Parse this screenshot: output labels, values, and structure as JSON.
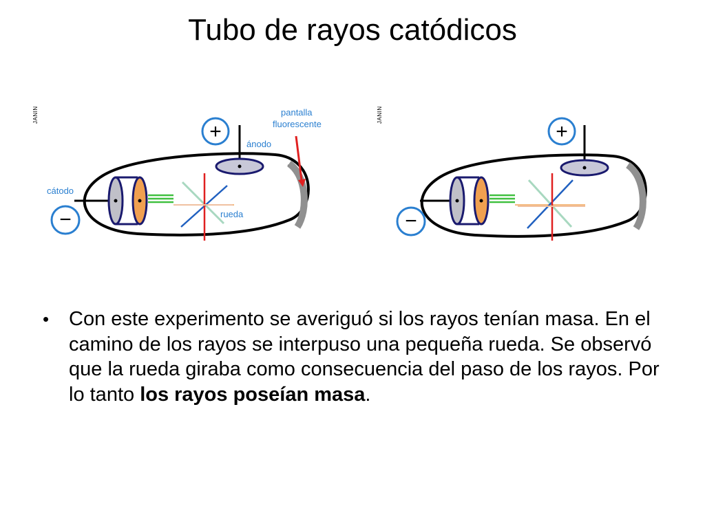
{
  "slide": {
    "title": "Tubo de rayos catódicos"
  },
  "diagram_left": {
    "watermark": "JANIN",
    "label_cathode": "cátodo",
    "label_anode": "ánodo",
    "label_screen_line1": "pantalla",
    "label_screen_line2": "fluorescente",
    "label_wheel": "rueda",
    "plus_sign": "+",
    "minus_sign": "−"
  },
  "diagram_right": {
    "watermark": "JANIN",
    "plus_sign": "+",
    "minus_sign": "−"
  },
  "colors": {
    "label_blue": "#2a7fd0",
    "cathode_orange": "#f0a050",
    "cathode_gray": "#c0c0c8",
    "beam_green": "#40c040",
    "screen_gray": "#909090",
    "arrow_red": "#e02020",
    "outline_navy": "#1a1a6e"
  },
  "body": {
    "bullet": "•",
    "text_plain": "Con este experimento se averiguó si los rayos tenían masa. En el camino de los rayos se interpuso una pequeña rueda. Se observó que la rueda giraba como consecuencia del paso de los rayos. Por lo tanto ",
    "text_bold": "los rayos poseían masa",
    "text_end": "."
  }
}
